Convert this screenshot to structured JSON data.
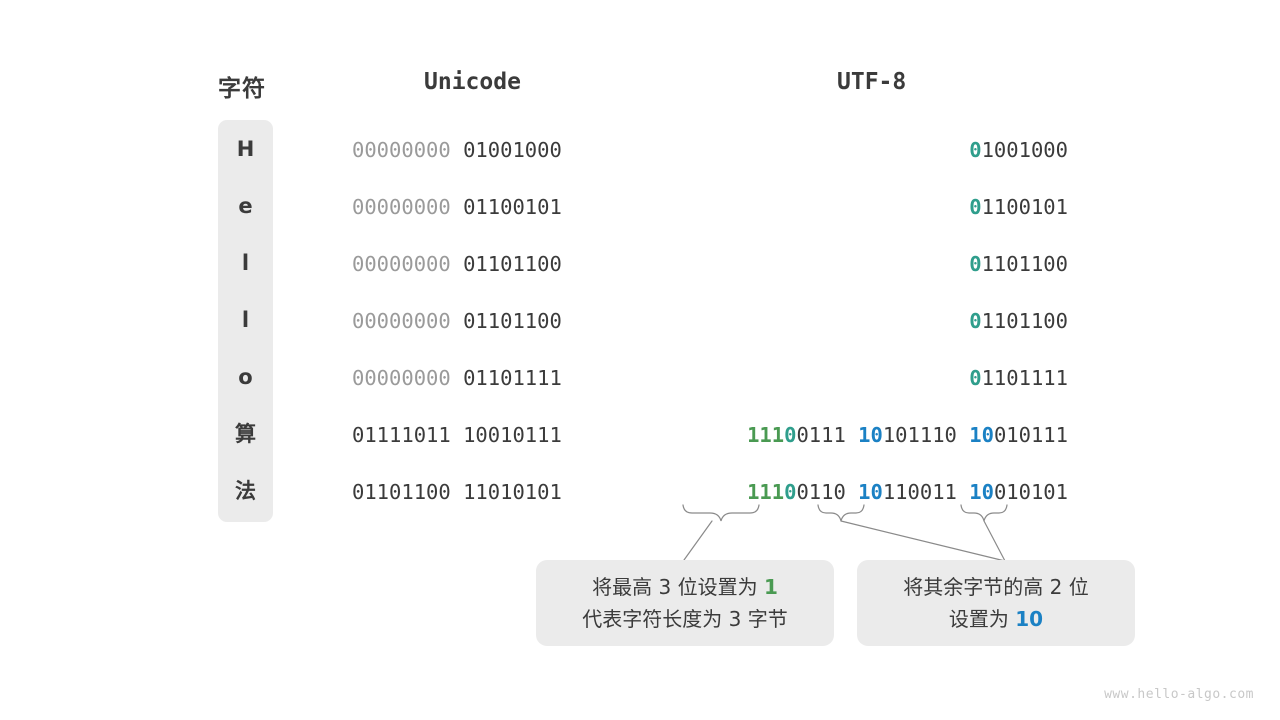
{
  "headers": {
    "character": "字符",
    "unicode": "Unicode",
    "utf8": "UTF-8"
  },
  "colors": {
    "dim": "#9a9a9a",
    "plain": "#3b3b3b",
    "teal": "#2f9e8c",
    "green": "#4a9a52",
    "blue": "#1b81c4",
    "box_background": "#ebebeb",
    "page_background": "#ffffff",
    "watermark": "#c8c8c8",
    "connector": "#8a8a8a"
  },
  "rows": [
    {
      "char": "H",
      "unicode_high": "00000000",
      "unicode_low": "01001000",
      "utf8_segments": [
        {
          "text": "0",
          "color": "teal"
        },
        {
          "text": "1001000",
          "color": "plain"
        }
      ]
    },
    {
      "char": "e",
      "unicode_high": "00000000",
      "unicode_low": "01100101",
      "utf8_segments": [
        {
          "text": "0",
          "color": "teal"
        },
        {
          "text": "1100101",
          "color": "plain"
        }
      ]
    },
    {
      "char": "l",
      "unicode_high": "00000000",
      "unicode_low": "01101100",
      "utf8_segments": [
        {
          "text": "0",
          "color": "teal"
        },
        {
          "text": "1101100",
          "color": "plain"
        }
      ]
    },
    {
      "char": "l",
      "unicode_high": "00000000",
      "unicode_low": "01101100",
      "utf8_segments": [
        {
          "text": "0",
          "color": "teal"
        },
        {
          "text": "1101100",
          "color": "plain"
        }
      ]
    },
    {
      "char": "o",
      "unicode_high": "00000000",
      "unicode_low": "01101111",
      "utf8_segments": [
        {
          "text": "0",
          "color": "teal"
        },
        {
          "text": "1101111",
          "color": "plain"
        }
      ]
    },
    {
      "char": "算",
      "unicode_high": "01111011",
      "unicode_low": "10010111",
      "utf8_segments": [
        {
          "text": "111",
          "color": "green"
        },
        {
          "text": "0",
          "color": "teal"
        },
        {
          "text": "0111 ",
          "color": "plain"
        },
        {
          "text": "10",
          "color": "blue"
        },
        {
          "text": "101110 ",
          "color": "plain"
        },
        {
          "text": "10",
          "color": "blue"
        },
        {
          "text": "010111",
          "color": "plain"
        }
      ]
    },
    {
      "char": "法",
      "unicode_high": "01101100",
      "unicode_low": "11010101",
      "utf8_segments": [
        {
          "text": "111",
          "color": "green"
        },
        {
          "text": "0",
          "color": "teal"
        },
        {
          "text": "0110 ",
          "color": "plain"
        },
        {
          "text": "10",
          "color": "blue"
        },
        {
          "text": "110011 ",
          "color": "plain"
        },
        {
          "text": "10",
          "color": "blue"
        },
        {
          "text": "010101",
          "color": "plain"
        }
      ]
    }
  ],
  "callouts": {
    "left": {
      "line1_prefix": "将最高 3 位设置为 ",
      "line1_accent": "1",
      "line2": "代表字符长度为 3 字节"
    },
    "right": {
      "line1": "将其余字节的高 2 位",
      "line2_prefix": "设置为 ",
      "line2_accent": "10"
    }
  },
  "watermark": "www.hello-algo.com"
}
